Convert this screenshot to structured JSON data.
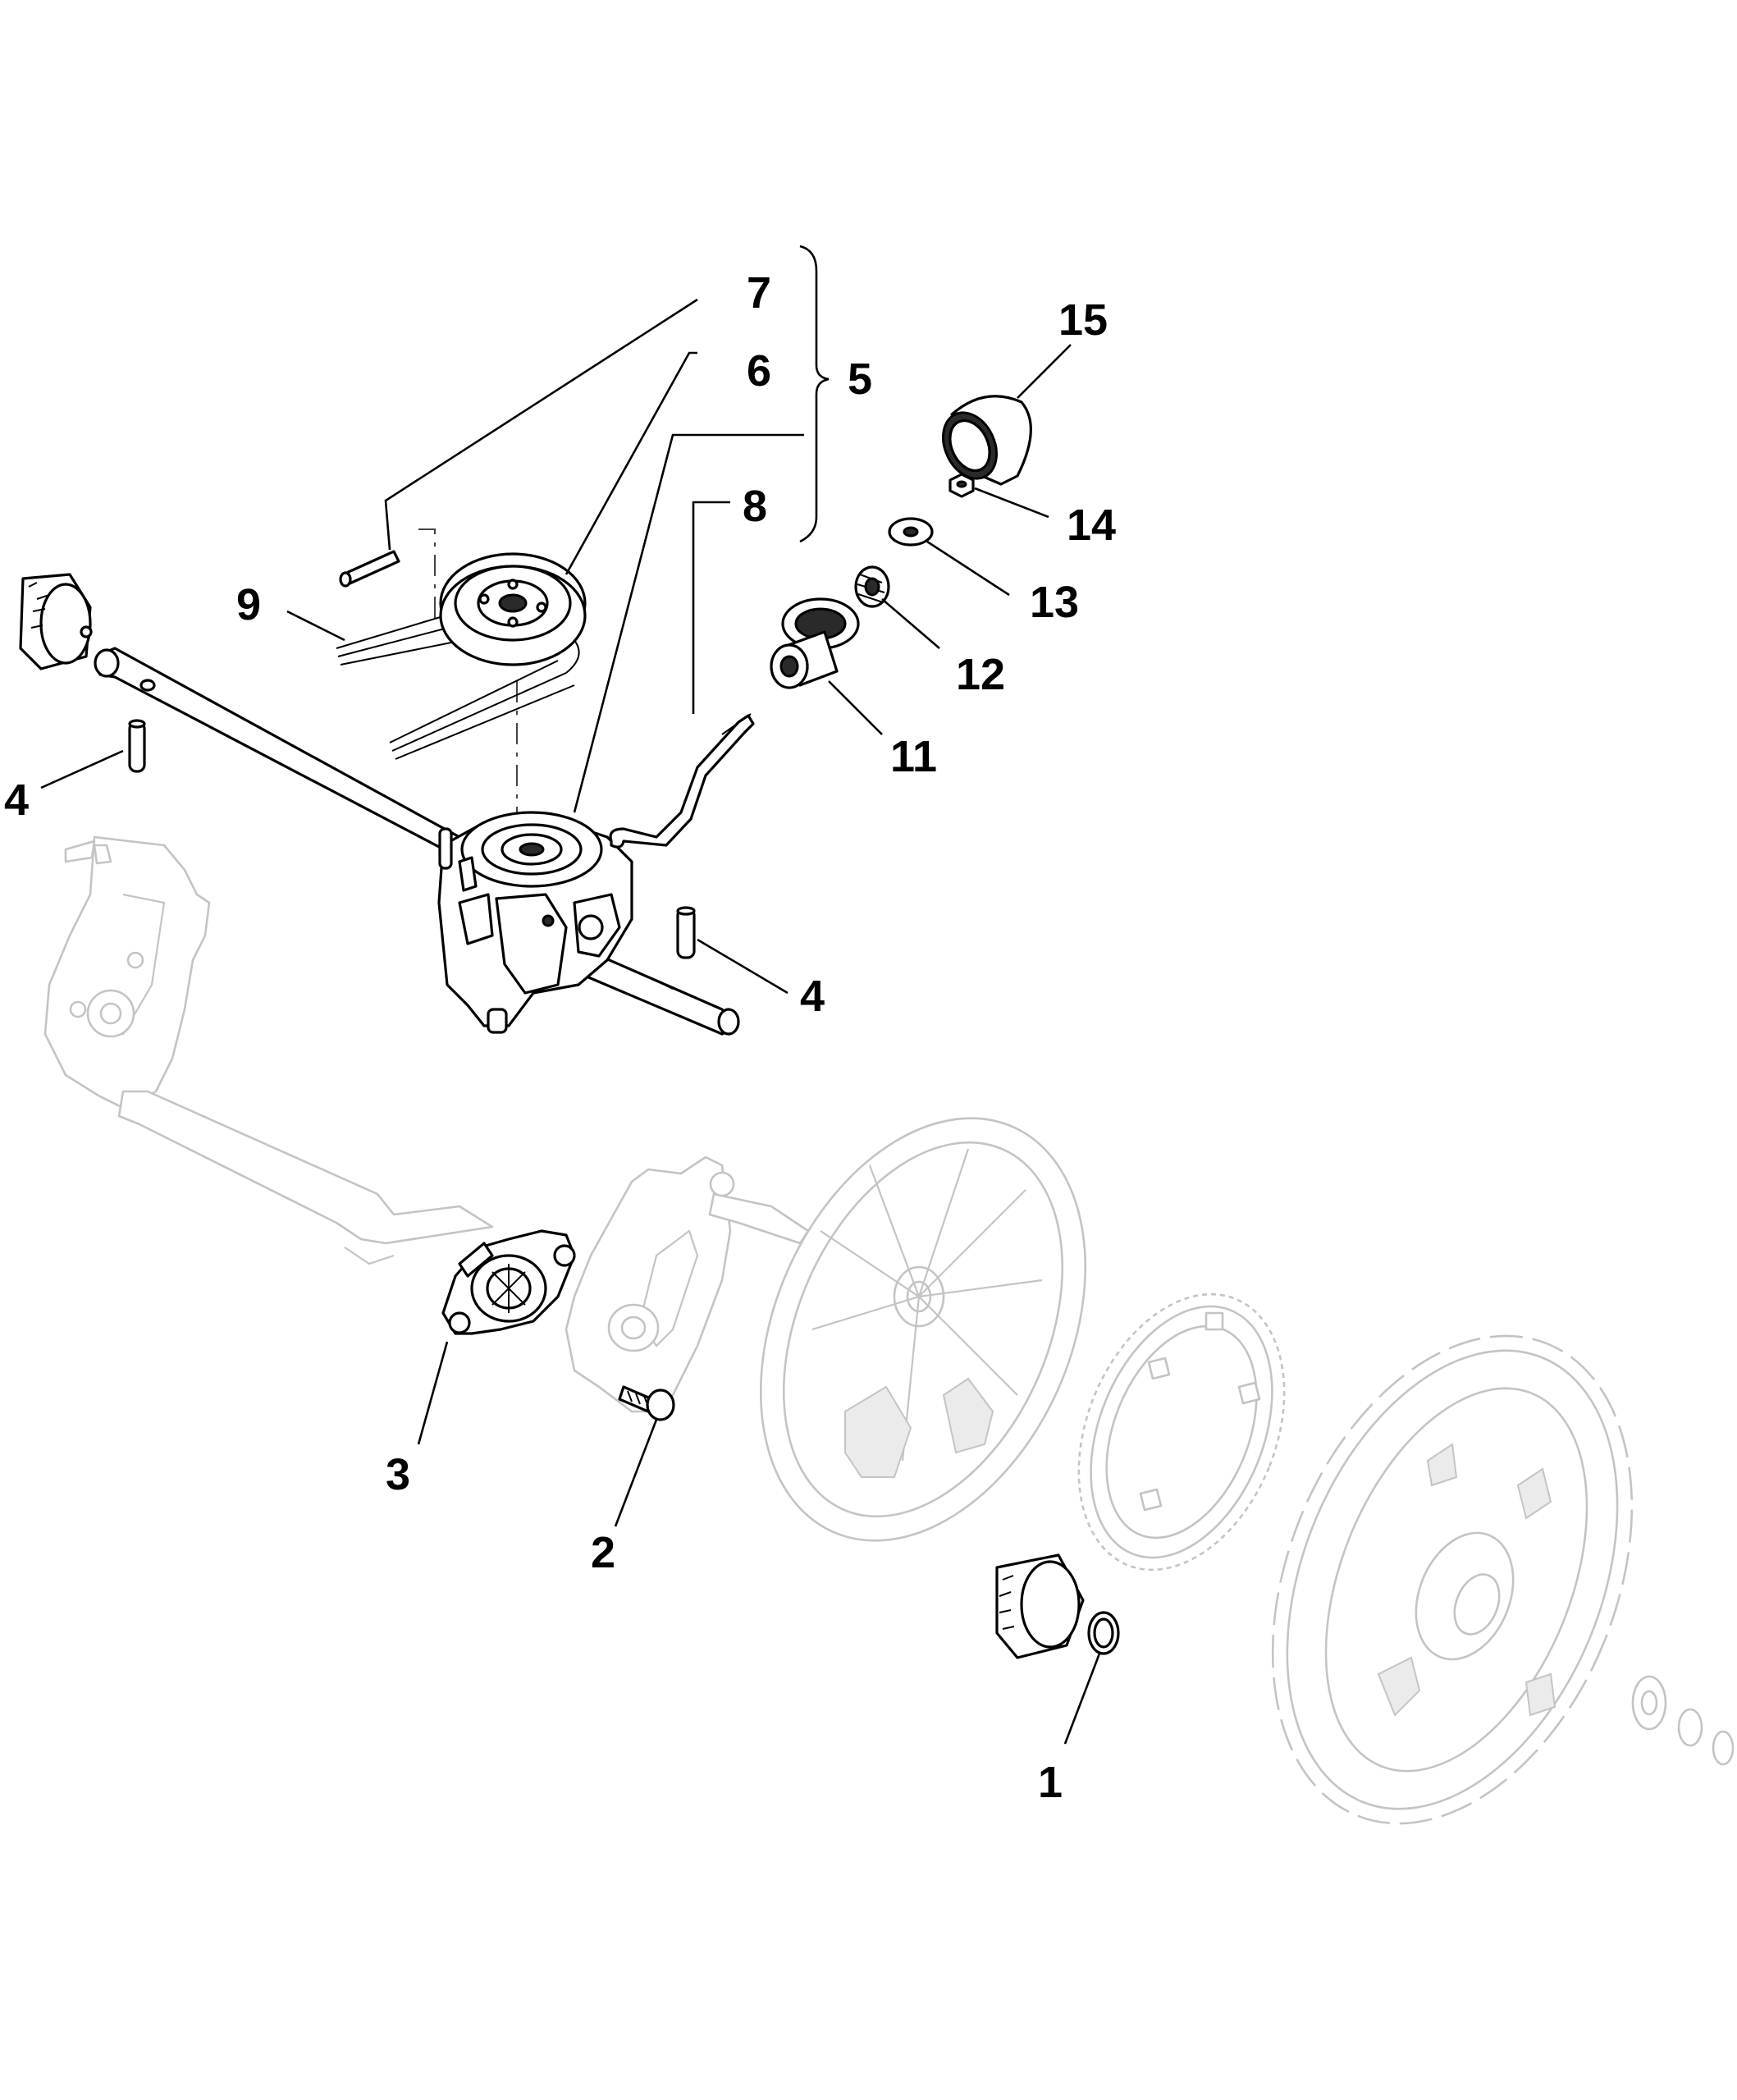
{
  "diagram": {
    "part_labels": [
      "1",
      "2",
      "3",
      "4",
      "4",
      "5",
      "6",
      "7",
      "8",
      "9",
      "11",
      "12",
      "13",
      "14",
      "15"
    ]
  },
  "colors": {
    "ink": "#000000",
    "ghost": "#c4c4c4",
    "background": "#ffffff"
  }
}
